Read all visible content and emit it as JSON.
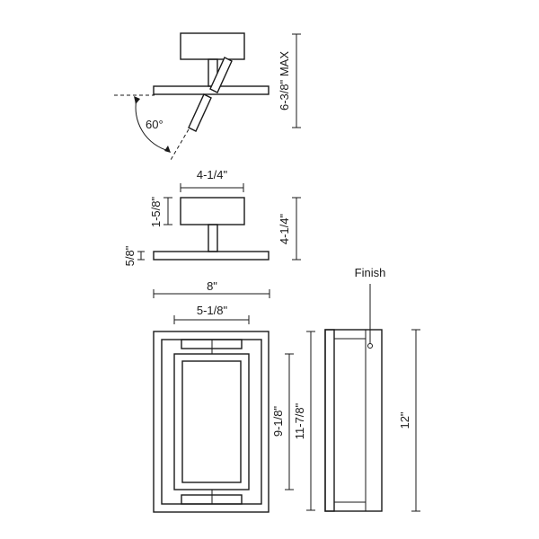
{
  "dimensions": {
    "max_height_adjustable": "6-3/8\" MAX",
    "tilt_angle": "60°",
    "canopy_width": "4-1/4\"",
    "canopy_height": "1-5/8\"",
    "side_height": "4-1/4\"",
    "plate_thickness": "5/8\"",
    "overall_width": "8\"",
    "inner_width": "5-1/8\"",
    "inner_height": "9-1/8\"",
    "frame_height": "11-7/8\"",
    "overall_height": "12\""
  },
  "labels": {
    "finish": "Finish"
  }
}
